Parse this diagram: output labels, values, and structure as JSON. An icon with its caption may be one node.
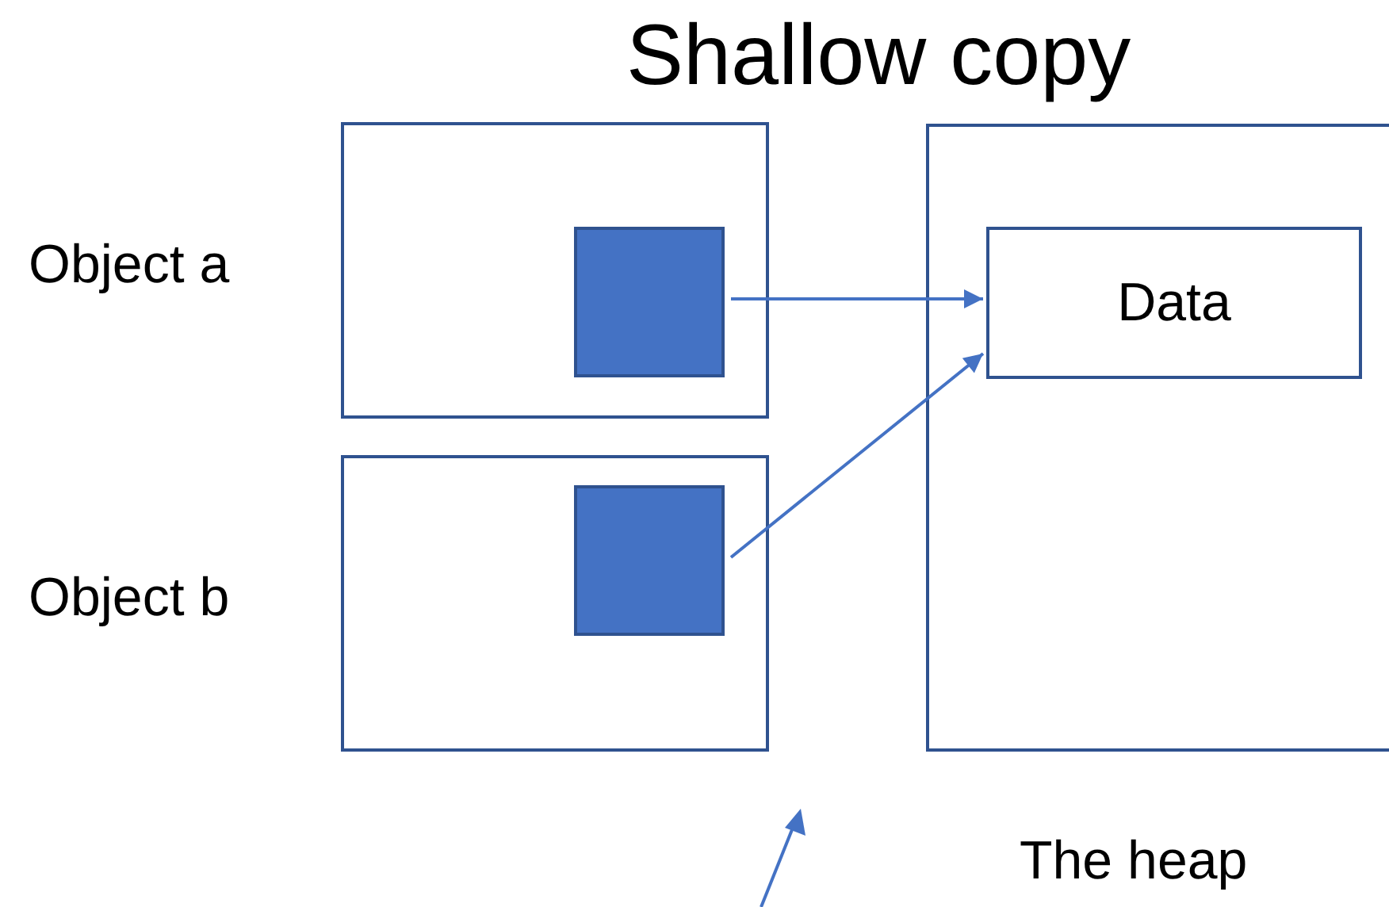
{
  "diagram": {
    "title": "Shallow copy",
    "nodes": [
      {
        "text": [],
        "shape": "box",
        "beside": [
          "Object a"
        ]
      },
      {
        "text": [],
        "shape": "box",
        "in": 0
      },
      {
        "text": [],
        "shape": "box",
        "beside": [
          "Object b"
        ]
      },
      {
        "text": [],
        "shape": "box",
        "in": 2
      },
      {
        "text": [],
        "shape": "box",
        "beside": [
          "The heap"
        ]
      },
      {
        "text": [
          "Data"
        ],
        "in": 4
      }
    ],
    "edges": [
      {
        "from": 1,
        "to": 5,
        "arrow": "to"
      },
      {
        "from": 3,
        "to": 5,
        "arrow": "to"
      }
    ]
  }
}
